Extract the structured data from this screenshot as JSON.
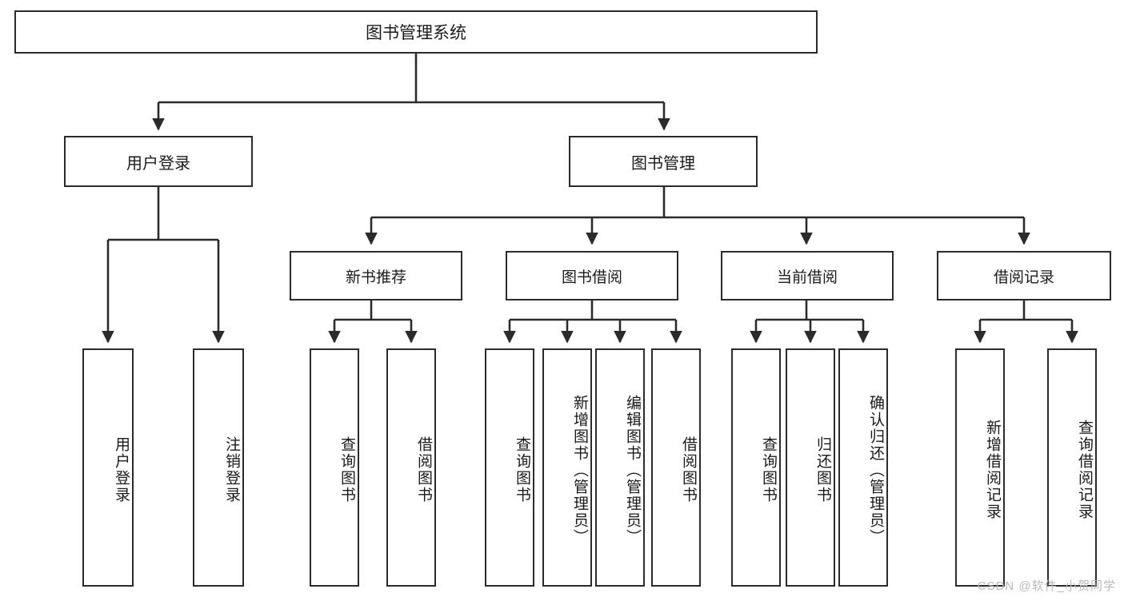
{
  "diagram": {
    "title": "图书管理系统",
    "type": "tree-hierarchy",
    "root": {
      "label": "图书管理系统"
    },
    "level2": [
      {
        "id": "user-login",
        "label": "用户登录"
      },
      {
        "id": "book-management",
        "label": "图书管理"
      }
    ],
    "level3": [
      {
        "id": "new-book-recommend",
        "label": "新书推荐",
        "parent": "book-management"
      },
      {
        "id": "book-borrow",
        "label": "图书借阅",
        "parent": "book-management"
      },
      {
        "id": "current-borrow",
        "label": "当前借阅",
        "parent": "book-management"
      },
      {
        "id": "borrow-record",
        "label": "借阅记录",
        "parent": "book-management"
      }
    ],
    "leaves": {
      "user-login": [
        {
          "id": "leaf-user-login",
          "label": "用户登录"
        },
        {
          "id": "leaf-logout",
          "label": "注销登录"
        }
      ],
      "new-book-recommend": [
        {
          "id": "leaf-query-book-1",
          "label": "查询图书"
        },
        {
          "id": "leaf-borrow-book-1",
          "label": "借阅图书"
        }
      ],
      "book-borrow": [
        {
          "id": "leaf-query-book-2",
          "label": "查询图书"
        },
        {
          "id": "leaf-add-book",
          "label": "新增图书（管理员）"
        },
        {
          "id": "leaf-edit-book",
          "label": "编辑图书（管理员）"
        },
        {
          "id": "leaf-borrow-book-2",
          "label": "借阅图书"
        }
      ],
      "current-borrow": [
        {
          "id": "leaf-query-book-3",
          "label": "查询图书"
        },
        {
          "id": "leaf-return-book",
          "label": "归还图书"
        },
        {
          "id": "leaf-confirm-return",
          "label": "确认归还（管理员）"
        }
      ],
      "borrow-record": [
        {
          "id": "leaf-add-record",
          "label": "新增借阅记录"
        },
        {
          "id": "leaf-query-record",
          "label": "查询借阅记录"
        }
      ]
    }
  },
  "watermark": {
    "text": "CSDN @软件_小贺同学"
  },
  "colors": {
    "stroke": "#2b2b2b",
    "fill": "#ffffff",
    "text": "#1a1a1a",
    "watermark": "#b9b9b9"
  }
}
